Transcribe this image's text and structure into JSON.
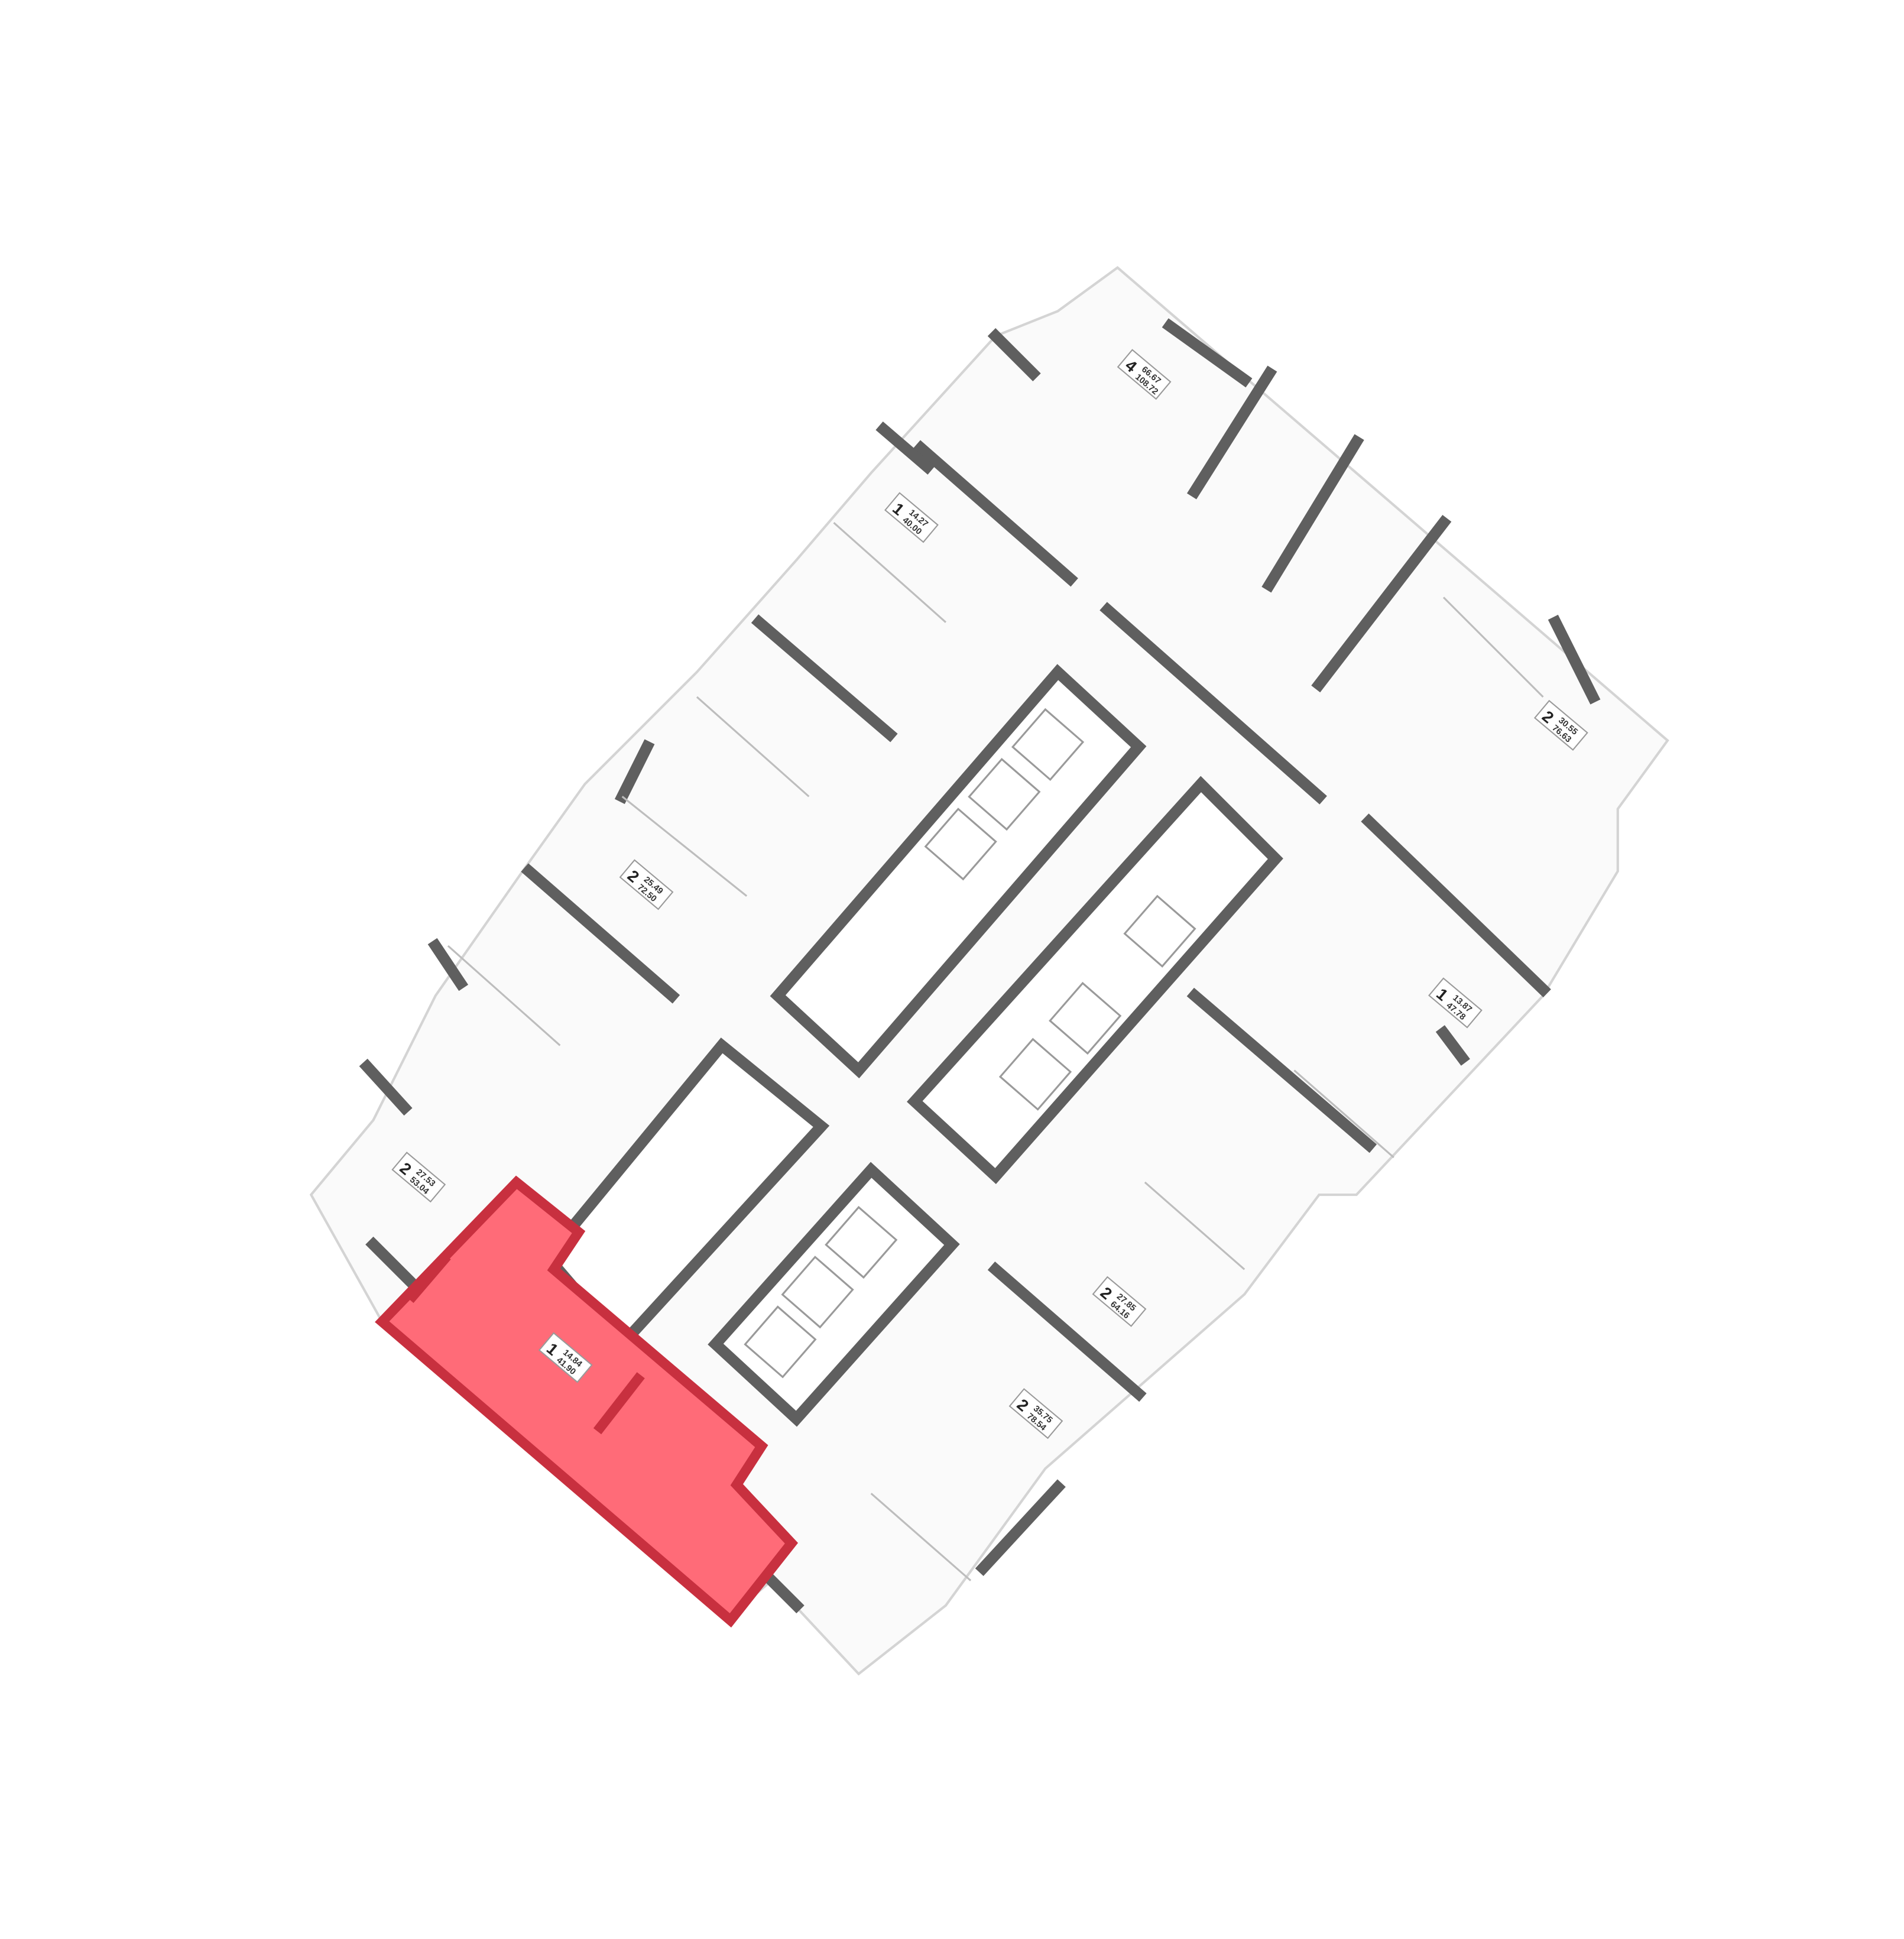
{
  "colors": {
    "highlight": "#ff6b78",
    "highlight_wall": "#c8303f",
    "wall": "#5f5f5f",
    "background": "#ffffff"
  },
  "apartments": [
    {
      "rooms": "4",
      "living_area": "66.67",
      "total_area": "108.72",
      "selected": false
    },
    {
      "rooms": "1",
      "living_area": "14.27",
      "total_area": "40.00",
      "selected": false
    },
    {
      "rooms": "2",
      "living_area": "25.49",
      "total_area": "72.50",
      "selected": false
    },
    {
      "rooms": "2",
      "living_area": "27.53",
      "total_area": "53.04",
      "selected": false
    },
    {
      "rooms": "1",
      "living_area": "14.84",
      "total_area": "41.90",
      "selected": true
    },
    {
      "rooms": "2",
      "living_area": "30.55",
      "total_area": "76.63",
      "selected": false
    },
    {
      "rooms": "1",
      "living_area": "13.87",
      "total_area": "47.78",
      "selected": false
    },
    {
      "rooms": "2",
      "living_area": "27.85",
      "total_area": "64.16",
      "selected": false
    },
    {
      "rooms": "2",
      "living_area": "35.75",
      "total_area": "78.54",
      "selected": false
    }
  ]
}
